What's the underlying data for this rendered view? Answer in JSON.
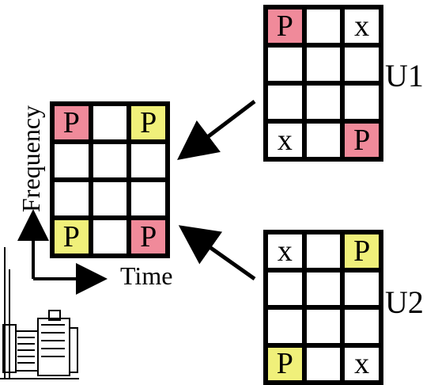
{
  "colors": {
    "pink": "#f08a9a",
    "yellow": "#f0f07a",
    "empty": "#ffffff",
    "line": "#000000"
  },
  "axes": {
    "x_label": "Time",
    "y_label": "Frequency"
  },
  "center_grid": {
    "rows": [
      [
        {
          "text": "P",
          "fill": "pink"
        },
        {
          "text": "",
          "fill": "empty"
        },
        {
          "text": "P",
          "fill": "yellow"
        }
      ],
      [
        {
          "text": "",
          "fill": "empty"
        },
        {
          "text": "",
          "fill": "empty"
        },
        {
          "text": "",
          "fill": "empty"
        }
      ],
      [
        {
          "text": "",
          "fill": "empty"
        },
        {
          "text": "",
          "fill": "empty"
        },
        {
          "text": "",
          "fill": "empty"
        }
      ],
      [
        {
          "text": "P",
          "fill": "yellow"
        },
        {
          "text": "",
          "fill": "empty"
        },
        {
          "text": "P",
          "fill": "pink"
        }
      ]
    ]
  },
  "users": [
    {
      "label": "U1",
      "rows": [
        [
          {
            "text": "P",
            "fill": "pink"
          },
          {
            "text": "",
            "fill": "empty"
          },
          {
            "text": "x",
            "fill": "empty"
          }
        ],
        [
          {
            "text": "",
            "fill": "empty"
          },
          {
            "text": "",
            "fill": "empty"
          },
          {
            "text": "",
            "fill": "empty"
          }
        ],
        [
          {
            "text": "",
            "fill": "empty"
          },
          {
            "text": "",
            "fill": "empty"
          },
          {
            "text": "",
            "fill": "empty"
          }
        ],
        [
          {
            "text": "x",
            "fill": "empty"
          },
          {
            "text": "",
            "fill": "empty"
          },
          {
            "text": "P",
            "fill": "pink"
          }
        ]
      ]
    },
    {
      "label": "U2",
      "rows": [
        [
          {
            "text": "x",
            "fill": "empty"
          },
          {
            "text": "",
            "fill": "empty"
          },
          {
            "text": "P",
            "fill": "yellow"
          }
        ],
        [
          {
            "text": "",
            "fill": "empty"
          },
          {
            "text": "",
            "fill": "empty"
          },
          {
            "text": "",
            "fill": "empty"
          }
        ],
        [
          {
            "text": "",
            "fill": "empty"
          },
          {
            "text": "",
            "fill": "empty"
          },
          {
            "text": "",
            "fill": "empty"
          }
        ],
        [
          {
            "text": "P",
            "fill": "yellow"
          },
          {
            "text": "",
            "fill": "empty"
          },
          {
            "text": "x",
            "fill": "empty"
          }
        ]
      ]
    }
  ]
}
